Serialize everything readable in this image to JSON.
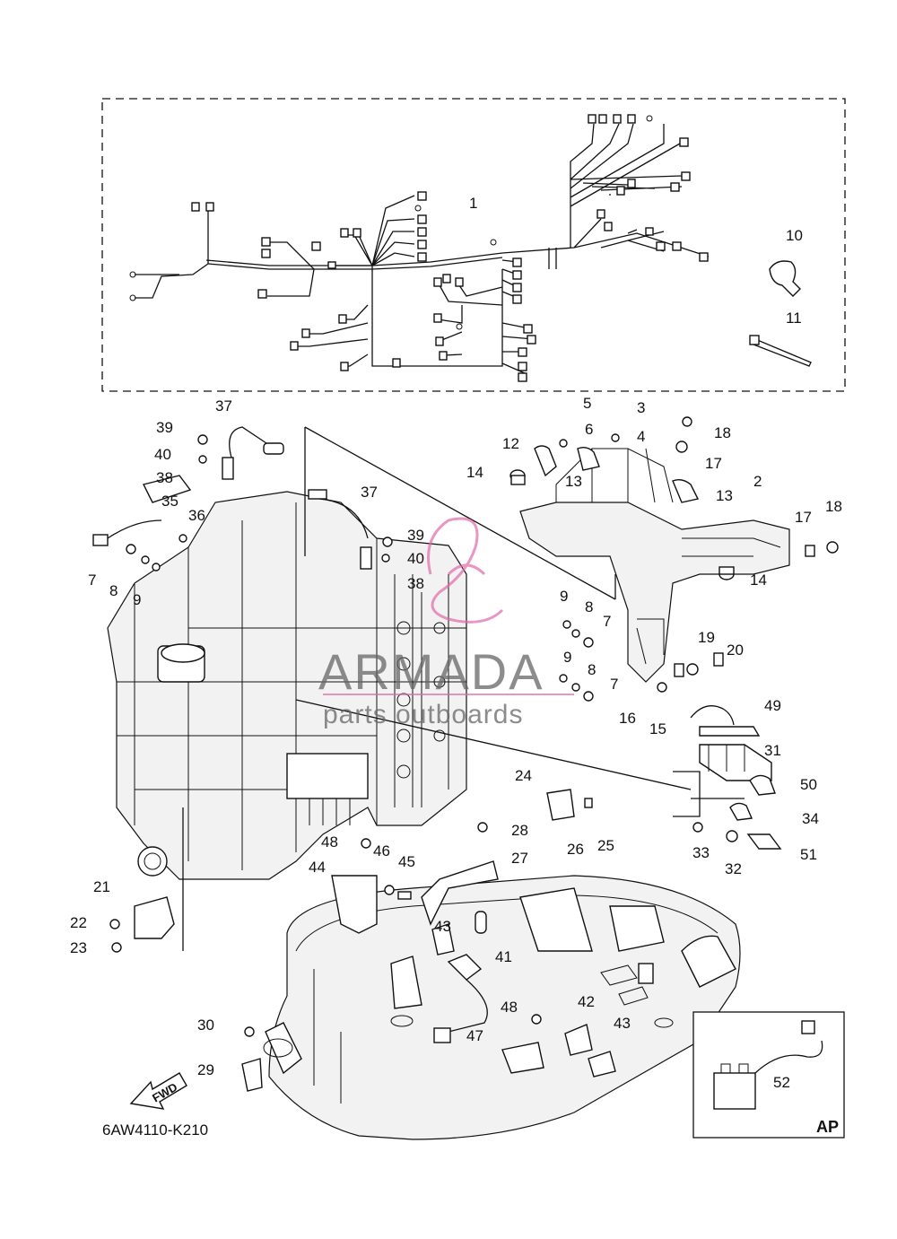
{
  "diagram_code": "6AW4110-K210",
  "watermark": {
    "brand": "ARMADA",
    "tagline": "parts outboards"
  },
  "inset": {
    "label": "AP"
  },
  "direction_arrow": {
    "label": "FWD"
  },
  "callouts": [
    {
      "id": "c1",
      "text": "1"
    },
    {
      "id": "c2",
      "text": "2"
    },
    {
      "id": "c3",
      "text": "3"
    },
    {
      "id": "c4",
      "text": "4"
    },
    {
      "id": "c5",
      "text": "5"
    },
    {
      "id": "c6",
      "text": "6"
    },
    {
      "id": "c7a",
      "text": "7"
    },
    {
      "id": "c7b",
      "text": "7"
    },
    {
      "id": "c7c",
      "text": "7"
    },
    {
      "id": "c8a",
      "text": "8"
    },
    {
      "id": "c8b",
      "text": "8"
    },
    {
      "id": "c8c",
      "text": "8"
    },
    {
      "id": "c9a",
      "text": "9"
    },
    {
      "id": "c9b",
      "text": "9"
    },
    {
      "id": "c9c",
      "text": "9"
    },
    {
      "id": "c10",
      "text": "10"
    },
    {
      "id": "c11",
      "text": "11"
    },
    {
      "id": "c12",
      "text": "12"
    },
    {
      "id": "c13a",
      "text": "13"
    },
    {
      "id": "c13b",
      "text": "13"
    },
    {
      "id": "c14a",
      "text": "14"
    },
    {
      "id": "c14b",
      "text": "14"
    },
    {
      "id": "c15",
      "text": "15"
    },
    {
      "id": "c16",
      "text": "16"
    },
    {
      "id": "c17a",
      "text": "17"
    },
    {
      "id": "c17b",
      "text": "17"
    },
    {
      "id": "c18a",
      "text": "18"
    },
    {
      "id": "c18b",
      "text": "18"
    },
    {
      "id": "c19",
      "text": "19"
    },
    {
      "id": "c20",
      "text": "20"
    },
    {
      "id": "c21",
      "text": "21"
    },
    {
      "id": "c22",
      "text": "22"
    },
    {
      "id": "c23",
      "text": "23"
    },
    {
      "id": "c24",
      "text": "24"
    },
    {
      "id": "c25",
      "text": "25"
    },
    {
      "id": "c26",
      "text": "26"
    },
    {
      "id": "c27",
      "text": "27"
    },
    {
      "id": "c28",
      "text": "28"
    },
    {
      "id": "c29",
      "text": "29"
    },
    {
      "id": "c30",
      "text": "30"
    },
    {
      "id": "c31",
      "text": "31"
    },
    {
      "id": "c32",
      "text": "32"
    },
    {
      "id": "c33",
      "text": "33"
    },
    {
      "id": "c34",
      "text": "34"
    },
    {
      "id": "c35",
      "text": "35"
    },
    {
      "id": "c36",
      "text": "36"
    },
    {
      "id": "c37a",
      "text": "37"
    },
    {
      "id": "c37b",
      "text": "37"
    },
    {
      "id": "c38a",
      "text": "38"
    },
    {
      "id": "c38b",
      "text": "38"
    },
    {
      "id": "c39a",
      "text": "39"
    },
    {
      "id": "c39b",
      "text": "39"
    },
    {
      "id": "c40a",
      "text": "40"
    },
    {
      "id": "c40b",
      "text": "40"
    },
    {
      "id": "c41",
      "text": "41"
    },
    {
      "id": "c42",
      "text": "42"
    },
    {
      "id": "c43a",
      "text": "43"
    },
    {
      "id": "c43b",
      "text": "43"
    },
    {
      "id": "c44",
      "text": "44"
    },
    {
      "id": "c45",
      "text": "45"
    },
    {
      "id": "c46",
      "text": "46"
    },
    {
      "id": "c47",
      "text": "47"
    },
    {
      "id": "c48a",
      "text": "48"
    },
    {
      "id": "c48b",
      "text": "48"
    },
    {
      "id": "c49",
      "text": "49"
    },
    {
      "id": "c50",
      "text": "50"
    },
    {
      "id": "c51",
      "text": "51"
    },
    {
      "id": "c52",
      "text": "52"
    }
  ]
}
